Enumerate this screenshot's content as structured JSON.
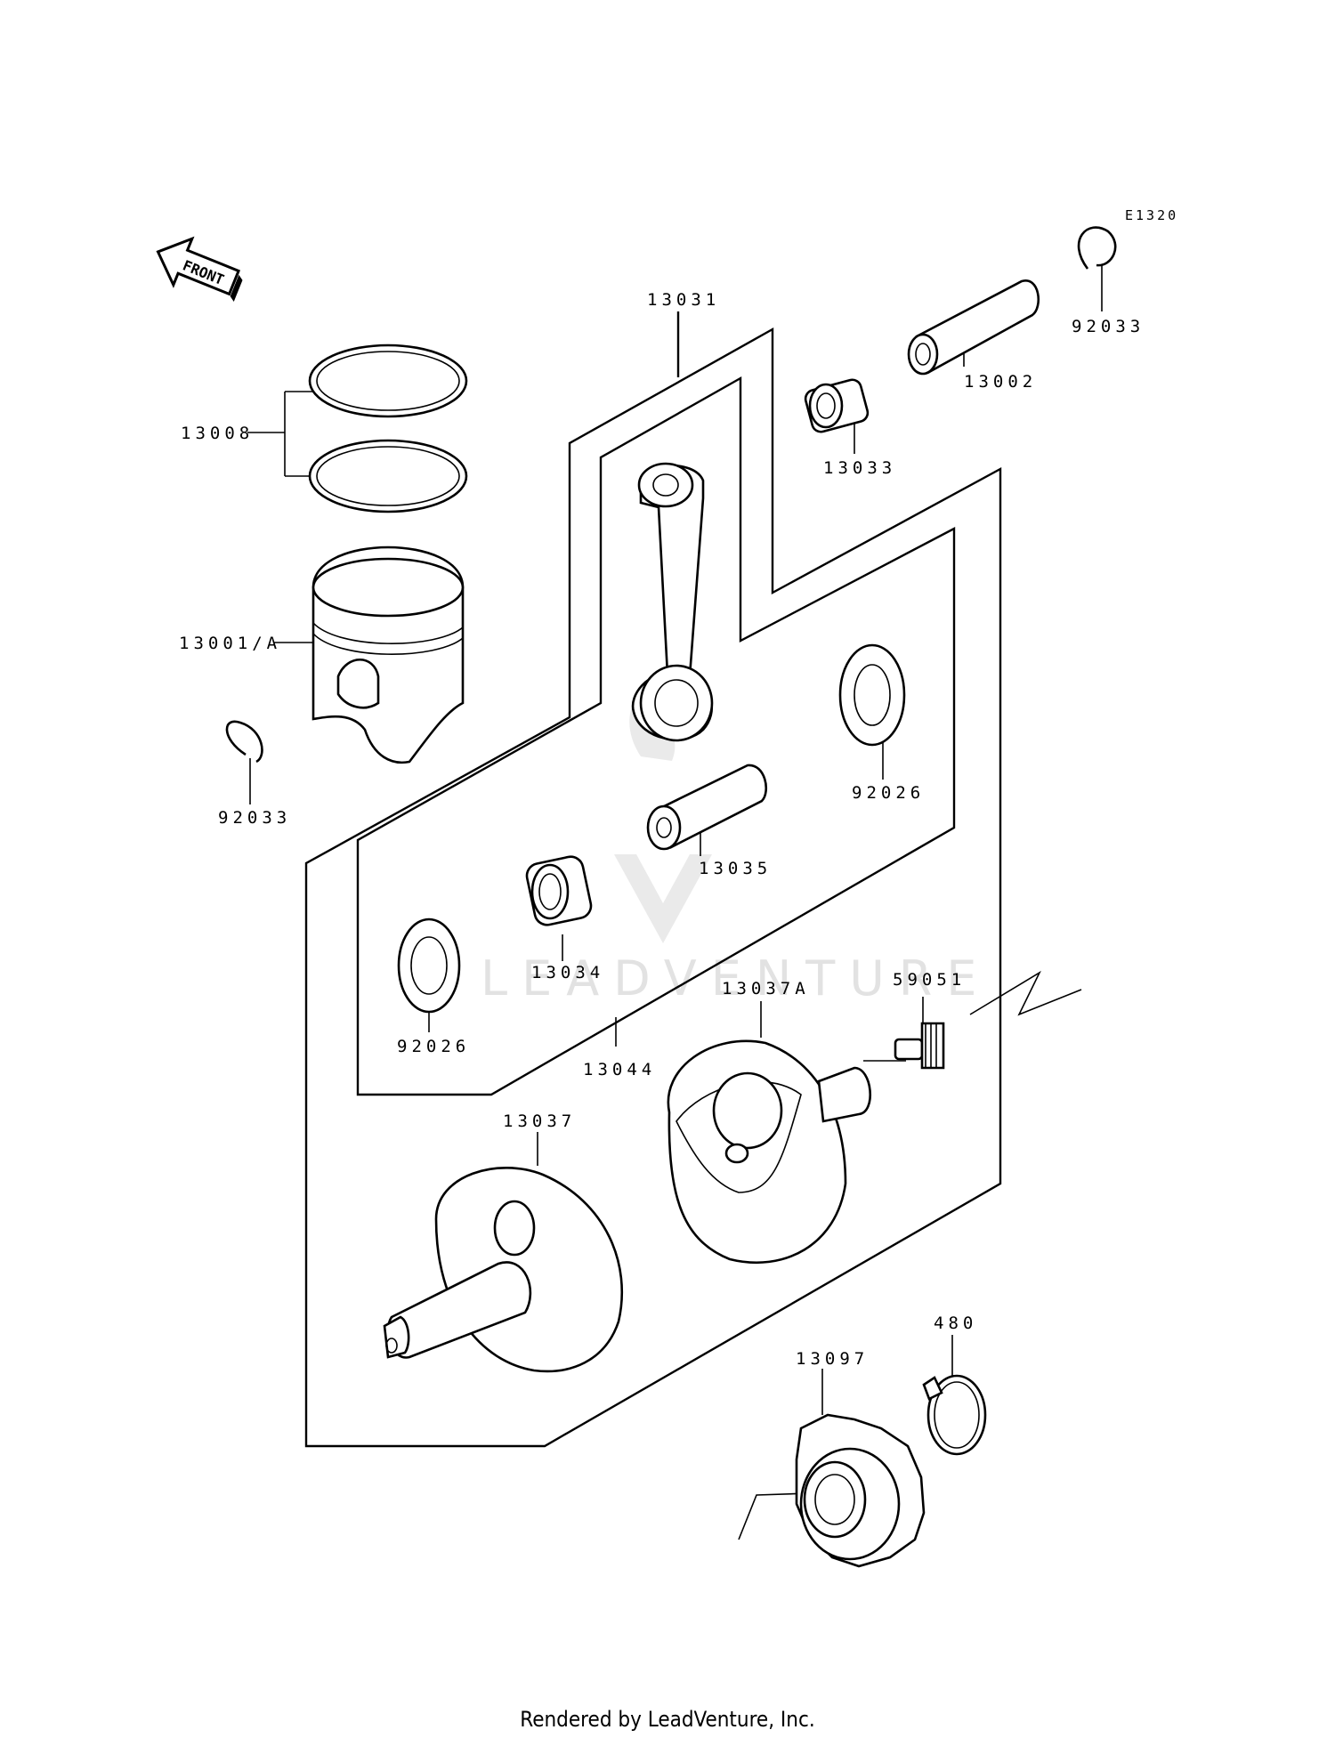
{
  "diagram": {
    "code": "E1320",
    "front_label": "FRONT",
    "watermark": "LEADVENTURE",
    "labels": {
      "p13031": "13031",
      "p13008": "13008",
      "p13001a": "13001/A",
      "p92033_top": "92033",
      "p92033_left": "92033",
      "p13002": "13002",
      "p13033": "13033",
      "p92026_right": "92026",
      "p13035": "13035",
      "p13034": "13034",
      "p92026_left": "92026",
      "p13044": "13044",
      "p13037a": "13037A",
      "p59051": "59051",
      "p13037": "13037",
      "p480": "480",
      "p13097": "13097"
    }
  },
  "footer": {
    "text": "Rendered by LeadVenture, Inc."
  },
  "icons": [
    "front-arrow-icon",
    "leadventure-logo-icon"
  ]
}
